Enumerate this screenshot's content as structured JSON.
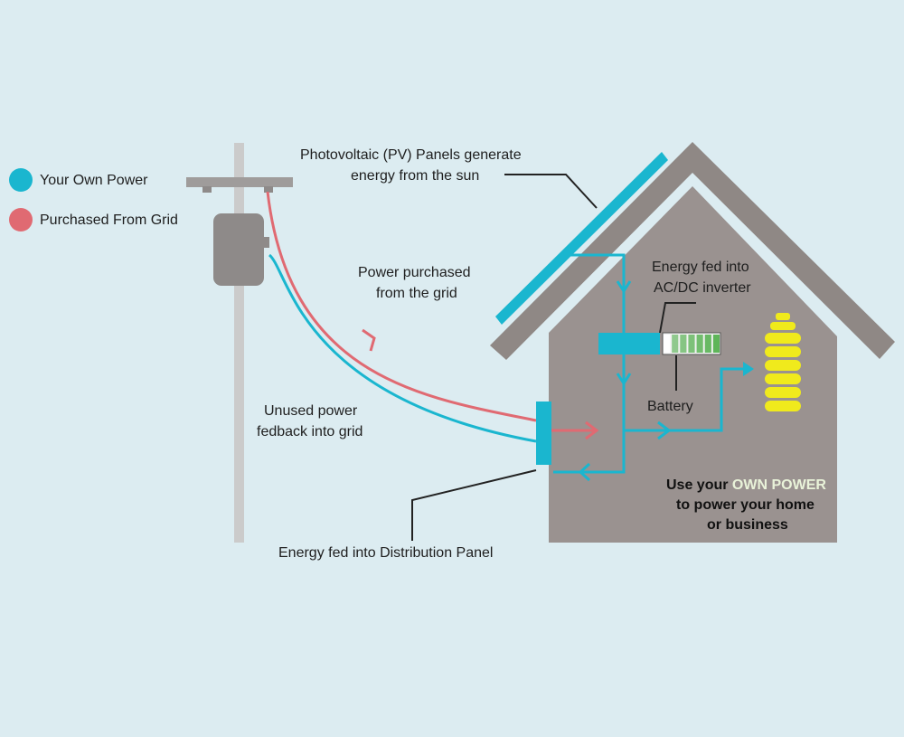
{
  "legend": {
    "own_power": {
      "label": "Your Own Power",
      "color": "#1ab6cf"
    },
    "grid_power": {
      "label": "Purchased From Grid",
      "color": "#e06a72"
    }
  },
  "labels": {
    "pv_line1": "Photovoltaic (PV) Panels generate",
    "pv_line2": "energy from the sun",
    "purchased_line1": "Power purchased",
    "purchased_line2": "from the grid",
    "inverter_line1": "Energy fed into",
    "inverter_line2": "AC/DC inverter",
    "battery": "Battery",
    "unused_line1": "Unused power",
    "unused_line2": "fedback into grid",
    "distribution": "Energy fed into Distribution Panel",
    "use_prefix": "Use your ",
    "use_highlight": "OWN POWER",
    "use_line2": "to power your home",
    "use_line3": "or business"
  },
  "colors": {
    "background": "#dcecf1",
    "house": "#9a9290",
    "roof": "#8f8885",
    "pole": "#cbcbcb",
    "meter": "#8e8a89",
    "panel": "#1ab6cf",
    "bulb": "#f0ea1c",
    "battery_fill": "#53b04e"
  },
  "battery": {
    "charge_cells": 6,
    "total_cells": 7
  }
}
